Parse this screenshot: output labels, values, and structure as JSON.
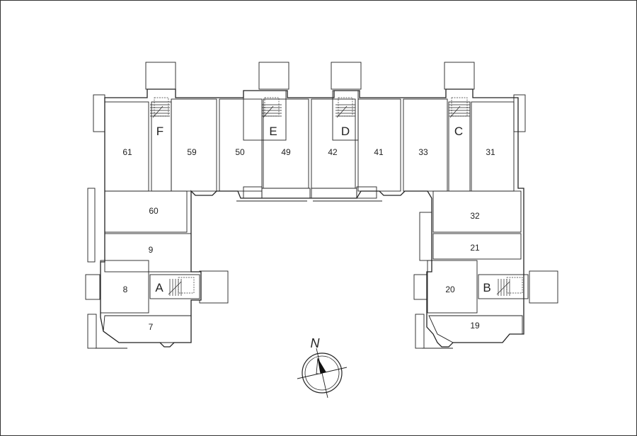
{
  "rooms": {
    "r61": "61",
    "r59": "59",
    "r50": "50",
    "r49": "49",
    "r42": "42",
    "r41": "41",
    "r33": "33",
    "r31": "31",
    "r60": "60",
    "r9": "9",
    "r8": "8",
    "r7": "7",
    "r32": "32",
    "r21": "21",
    "r20": "20",
    "r19": "19"
  },
  "stairs": {
    "A": "A",
    "B": "B",
    "C": "C",
    "D": "D",
    "E": "E",
    "F": "F"
  },
  "compass": {
    "north": "N",
    "icon": "north-arrow-icon"
  }
}
